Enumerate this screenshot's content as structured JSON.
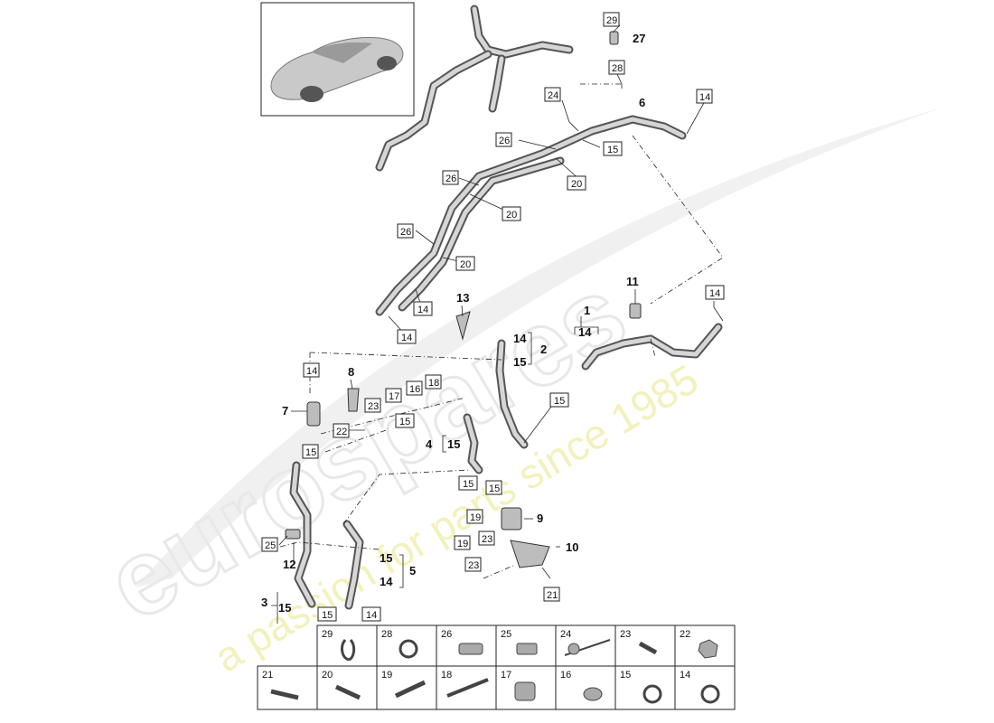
{
  "watermark": {
    "brand": "eurospares",
    "tagline": "a passion for parts since 1985"
  },
  "callouts": {
    "c29": "29",
    "c27": "27",
    "c28": "28",
    "c24": "24",
    "c6": "6",
    "c14a": "14",
    "c26a": "26",
    "c15a": "15",
    "c20a": "20",
    "c26b": "26",
    "c20b": "20",
    "c26c": "26",
    "c20c": "20",
    "c14b": "14",
    "c14c": "14",
    "c13": "13",
    "c11": "11",
    "c14d": "14",
    "c1": "1",
    "c14e": "14",
    "c14f": "14",
    "c15b": "15",
    "c2": "2",
    "c14g": "14",
    "c8": "8",
    "c17": "17",
    "c16": "16",
    "c18": "18",
    "c23a": "23",
    "c7": "7",
    "c22": "22",
    "c15c": "15",
    "c15d": "15",
    "c4": "4",
    "c15e": "15",
    "c15f": "15",
    "c15g": "15",
    "c15h": "15",
    "c19a": "19",
    "c9": "9",
    "c19b": "19",
    "c23b": "23",
    "c10": "10",
    "c23c": "23",
    "c25": "25",
    "c12": "12",
    "c15i": "15",
    "c5": "5",
    "c14h": "14",
    "c3": "3",
    "c15j": "15",
    "c15k": "15",
    "c14i": "14",
    "c21": "21"
  },
  "parts_table": {
    "row1": [
      "29",
      "28",
      "26",
      "25",
      "24",
      "23",
      "22"
    ],
    "row2": [
      "21",
      "20",
      "19",
      "18",
      "17",
      "16",
      "15",
      "14"
    ]
  }
}
